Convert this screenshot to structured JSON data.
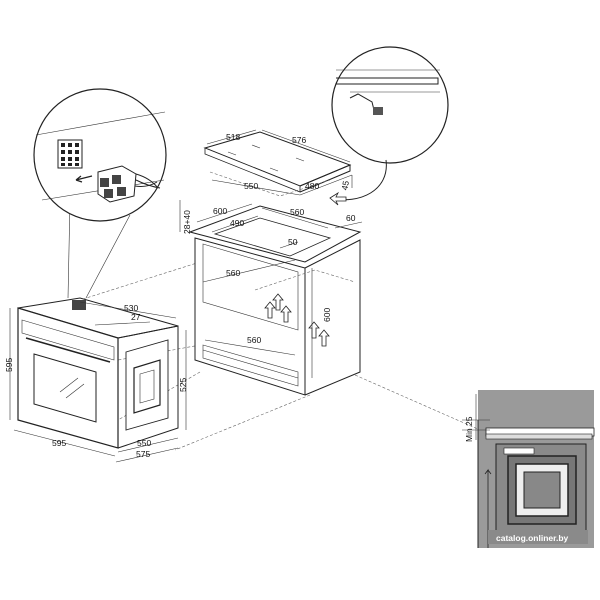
{
  "dimensions": {
    "hob_depth": "518",
    "hob_width": "576",
    "hob_cut_width": "550",
    "hob_cut_depth": "480",
    "hob_height": "45",
    "worktop_gap": "28+40",
    "cabinet_width": "600",
    "cutout_width": "490",
    "cutout_depth": "560",
    "rear_gap": "60",
    "front_gap": "50",
    "inner_width": "560",
    "inner_height": "600",
    "bottom_depth": "560",
    "oven_depth": "530",
    "oven_door": "27",
    "oven_height": "595",
    "oven_body_height": "525",
    "oven_width": "595",
    "oven_body_width": "550",
    "oven_total_depth": "575",
    "min_clearance": "Min 25"
  },
  "watermark": "catalog.onliner.by",
  "colors": {
    "ink": "#222222",
    "panel": "#8a8a8a",
    "inset_bg": "#9a9a9a"
  }
}
